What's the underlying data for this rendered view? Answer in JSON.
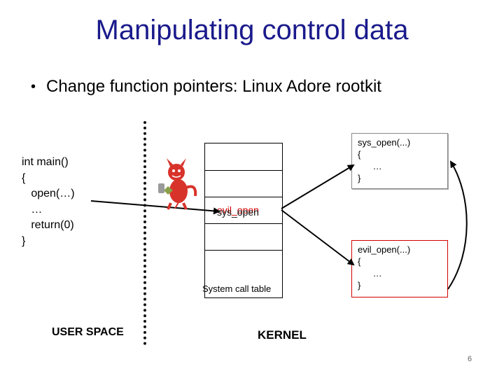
{
  "title": "Manipulating control data",
  "bullet": "Change function pointers: Linux Adore rootkit",
  "user_code": [
    "int main()",
    "{",
    "   open(…)",
    "   …",
    "   return(0)",
    "}"
  ],
  "syscall_table": {
    "entry_overlay": "evil_open",
    "entry": "sys_open",
    "label": "System call table"
  },
  "sys_open_code": [
    "sys_open(...)",
    "{",
    "      …",
    "}"
  ],
  "evil_open_code": [
    "evil_open(...)",
    "{",
    "      …",
    "}"
  ],
  "user_space_label": "USER SPACE",
  "kernel_label": "KERNEL",
  "page_number": "6",
  "icons": {
    "devil": "devil-mascot-icon"
  },
  "colors": {
    "title": "#1a1a8c",
    "evil": "#d10000"
  }
}
